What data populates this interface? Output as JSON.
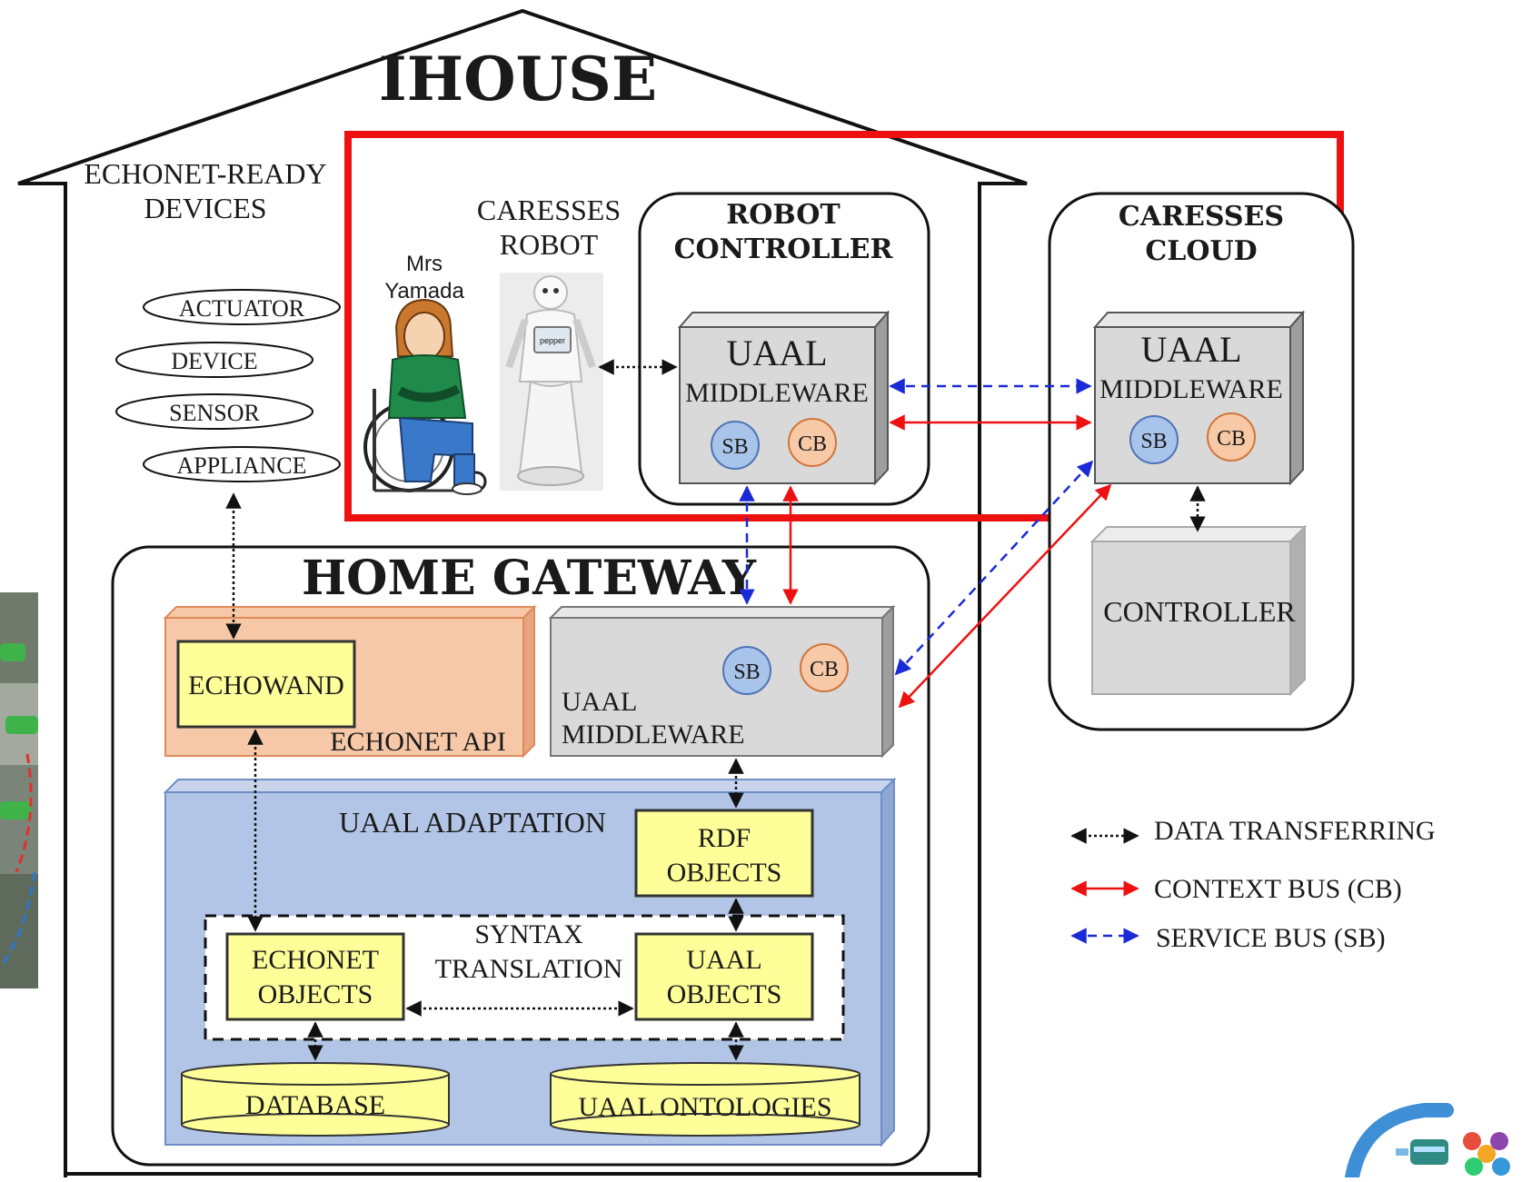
{
  "house": {
    "title": "IHOUSE"
  },
  "echonet_devices": {
    "title_line1": "ECHONET-READY",
    "title_line2": "DEVICES",
    "items": [
      "ACTUATOR",
      "DEVICE",
      "SENSOR",
      "APPLIANCE"
    ]
  },
  "mrs_yamada": {
    "line1": "Mrs",
    "line2": "Yamada"
  },
  "caresses_robot": {
    "line1": "CARESSES",
    "line2": "ROBOT",
    "badge": "pepper"
  },
  "robot_controller": {
    "title_line1": "ROBOT",
    "title_line2": "CONTROLLER",
    "uaal_line1": "UAAL",
    "uaal_line2": "MIDDLEWARE",
    "sb": "SB",
    "cb": "CB"
  },
  "caresses_cloud": {
    "title_line1": "CARESSES",
    "title_line2": "CLOUD",
    "uaal_line1": "UAAL",
    "uaal_line2": "MIDDLEWARE",
    "sb": "SB",
    "cb": "CB",
    "controller": "CONTROLLER"
  },
  "home_gateway": {
    "title": "HOME GATEWAY",
    "echowand": "ECHOWAND",
    "echonet_api": "ECHONET API",
    "uaal_line1": "UAAL",
    "uaal_line2": "MIDDLEWARE",
    "sb": "SB",
    "cb": "CB",
    "adaptation": "UAAL ADAPTATION",
    "rdf_line1": "RDF",
    "rdf_line2": "OBJECTS",
    "syntax_line1": "SYNTAX",
    "syntax_line2": "TRANSLATION",
    "echonet_obj_line1": "ECHONET",
    "echonet_obj_line2": "OBJECTS",
    "uaal_obj_line1": "UAAL",
    "uaal_obj_line2": "OBJECTS",
    "database": "DATABASE",
    "ontologies": "UAAL ONTOLOGIES"
  },
  "legend": {
    "items": [
      {
        "label": "DATA TRANSFERRING",
        "style": "dotted",
        "color": "#111111"
      },
      {
        "label": "CONTEXT BUS (CB)",
        "style": "solid",
        "color": "#ee1111"
      },
      {
        "label": "SERVICE BUS (SB)",
        "style": "dashed",
        "color": "#1a2ad6"
      }
    ]
  },
  "colors": {
    "highlight": "#ee1111",
    "context_bus": "#ee1111",
    "service_bus": "#1a2ad6",
    "middleware_box": "#d9d9d9",
    "echonet_api": "#f6c8a8",
    "adaptation": "#b2c5e6",
    "yellow": "#ffff99",
    "sb_circle": "#a9c4ea",
    "cb_circle": "#f8c9a6"
  }
}
